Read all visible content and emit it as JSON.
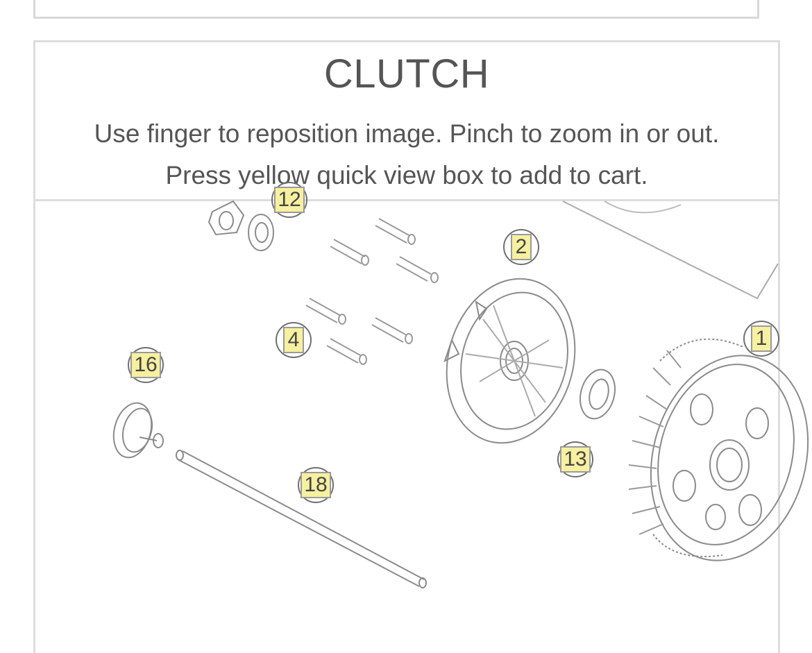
{
  "section": {
    "title": "CLUTCH",
    "instruction_line1": "Use finger to reposition image. Pinch to zoom in or out.",
    "instruction_line2": "Press yellow quick view box to add to cart."
  },
  "callouts": [
    {
      "label": "12",
      "name": "part-callout-12"
    },
    {
      "label": "2",
      "name": "part-callout-2"
    },
    {
      "label": "4",
      "name": "part-callout-4"
    },
    {
      "label": "1",
      "name": "part-callout-1"
    },
    {
      "label": "16",
      "name": "part-callout-16"
    },
    {
      "label": "13",
      "name": "part-callout-13"
    },
    {
      "label": "18",
      "name": "part-callout-18"
    }
  ],
  "colors": {
    "callout_fill": "#f6f0a0",
    "border": "#dddddd",
    "text": "#555555"
  }
}
